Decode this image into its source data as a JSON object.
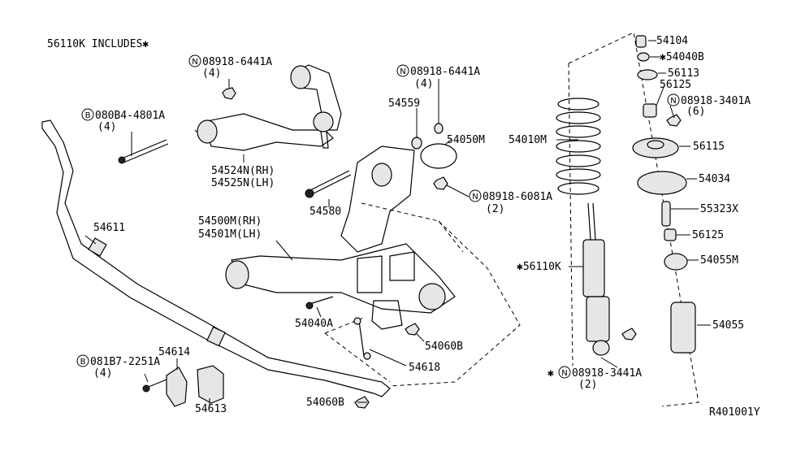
{
  "header": {
    "includes_note": "56110K INCLUDES✱"
  },
  "drawing_id": "R401001Y",
  "callouts": [
    {
      "id": "p56104",
      "name": "part-56104",
      "text": "54104"
    },
    {
      "id": "p54040b",
      "name": "part-54040b",
      "text": "✱54040B"
    },
    {
      "id": "p56113",
      "name": "part-56113",
      "text": "56113"
    },
    {
      "id": "p56125a",
      "name": "part-56125-upper",
      "text": "56125"
    },
    {
      "id": "p3401",
      "name": "part-08918-3401a",
      "prefix": "N",
      "text": "08918-3401A"
    },
    {
      "id": "p3401q",
      "name": "part-08918-3401a-qty",
      "text": "(6)"
    },
    {
      "id": "p56115",
      "name": "part-56115",
      "text": "56115"
    },
    {
      "id": "p54034",
      "name": "part-54034",
      "text": "54034"
    },
    {
      "id": "p55323",
      "name": "part-55323x",
      "text": "55323X"
    },
    {
      "id": "p56125b",
      "name": "part-56125-lower",
      "text": "56125"
    },
    {
      "id": "p54055m",
      "name": "part-54055m",
      "text": "54055M"
    },
    {
      "id": "p54055",
      "name": "part-54055",
      "text": "54055"
    },
    {
      "id": "p54010",
      "name": "part-54010m",
      "text": "54010M"
    },
    {
      "id": "p56110k",
      "name": "part-56110k",
      "text": "✱56110K"
    },
    {
      "id": "p3441",
      "name": "part-08918-3441a",
      "star": "✱",
      "prefix": "N",
      "text": "08918-3441A"
    },
    {
      "id": "p3441q",
      "name": "part-08918-3441a-qty",
      "text": "(2)"
    },
    {
      "id": "p6441a",
      "name": "part-08918-6441a-upper",
      "prefix": "N",
      "text": "08918-6441A"
    },
    {
      "id": "p6441aq",
      "name": "part-08918-6441a-upper-qty",
      "text": "(4)"
    },
    {
      "id": "p6441b",
      "name": "part-08918-6441a-lower",
      "prefix": "N",
      "text": "08918-6441A"
    },
    {
      "id": "p6441bq",
      "name": "part-08918-6441a-lower-qty",
      "text": "(4)"
    },
    {
      "id": "p4801",
      "name": "part-08084-4801a",
      "prefix": "B",
      "text": "080B4-4801A"
    },
    {
      "id": "p4801q",
      "name": "part-08084-4801a-qty",
      "text": "(4)"
    },
    {
      "id": "p54524",
      "name": "part-54524n",
      "text": "54524N(RH)"
    },
    {
      "id": "p54525",
      "name": "part-54525n",
      "text": "54525N(LH)"
    },
    {
      "id": "p54559",
      "name": "part-54559",
      "text": "54559"
    },
    {
      "id": "p54050",
      "name": "part-54050m",
      "text": "54050M"
    },
    {
      "id": "p54580",
      "name": "part-54580",
      "text": "54580"
    },
    {
      "id": "p6081",
      "name": "part-08918-6081a",
      "prefix": "N",
      "text": "08918-6081A"
    },
    {
      "id": "p6081q",
      "name": "part-08918-6081a-qty",
      "text": "(2)"
    },
    {
      "id": "p54611",
      "name": "part-54611",
      "text": "54611"
    },
    {
      "id": "p54500",
      "name": "part-54500m",
      "text": "54500M(RH)"
    },
    {
      "id": "p54501",
      "name": "part-54501m",
      "text": "54501M(LH)"
    },
    {
      "id": "p54040a",
      "name": "part-54040a",
      "text": "54040A"
    },
    {
      "id": "p54060b",
      "name": "part-54060b-upper",
      "text": "54060B"
    },
    {
      "id": "p54618",
      "name": "part-54618",
      "text": "54618"
    },
    {
      "id": "p54060c",
      "name": "part-54060b-lower",
      "text": "54060B"
    },
    {
      "id": "p54614",
      "name": "part-54614",
      "text": "54614"
    },
    {
      "id": "p2251",
      "name": "part-08187-2251a",
      "prefix": "B",
      "text": "081B7-2251A"
    },
    {
      "id": "p2251q",
      "name": "part-08187-2251a-qty",
      "text": "(4)"
    },
    {
      "id": "p54613",
      "name": "part-54613",
      "text": "54613"
    }
  ]
}
